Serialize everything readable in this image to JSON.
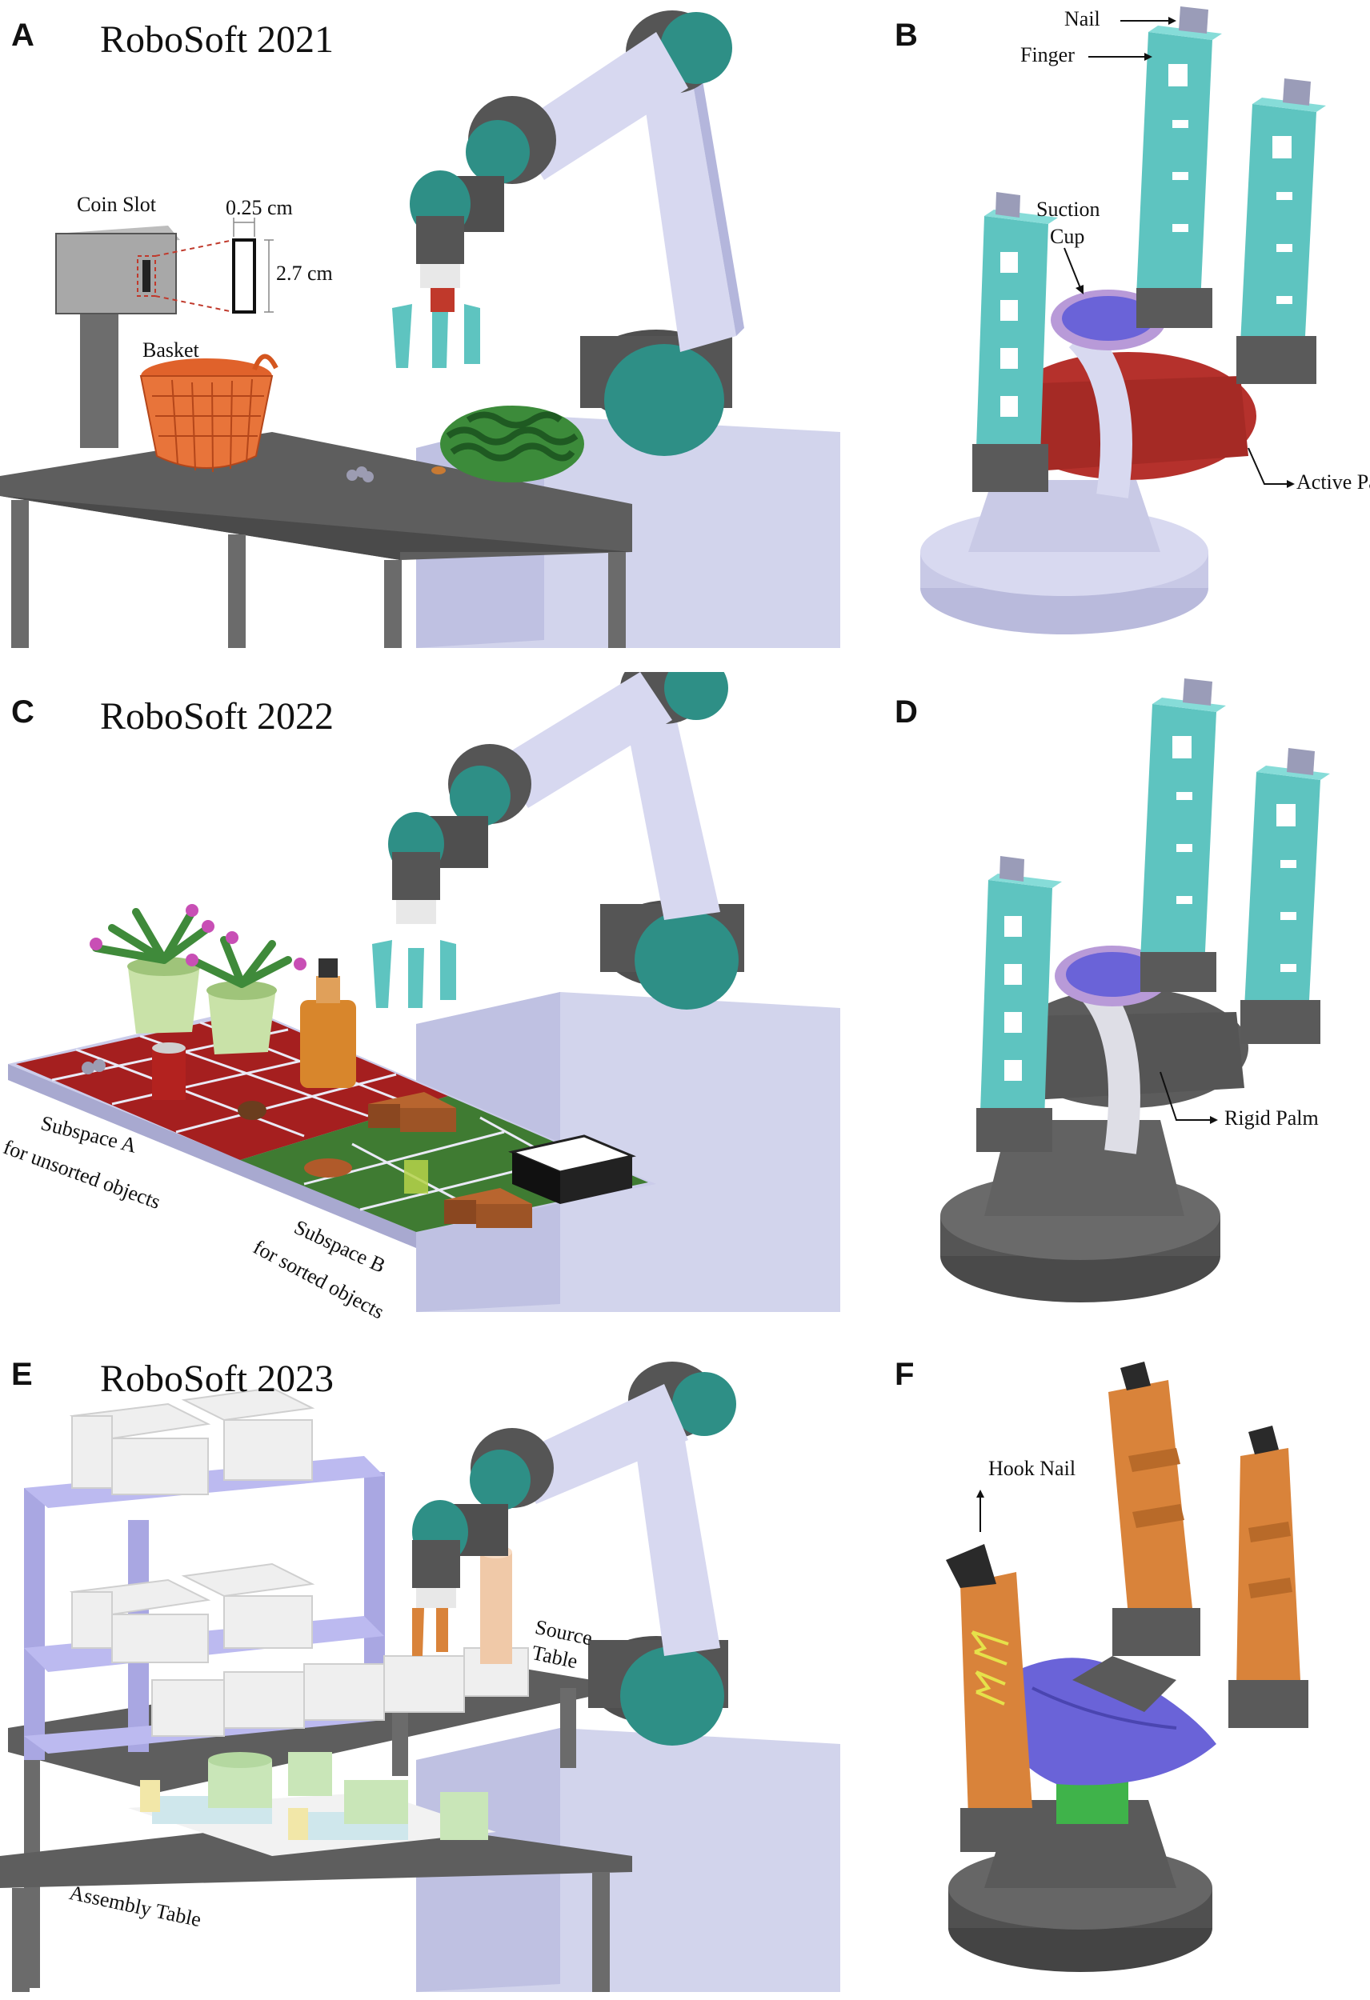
{
  "panels": {
    "A": {
      "label": "A",
      "title": "RoboSoft 2021"
    },
    "B": {
      "label": "B"
    },
    "C": {
      "label": "C",
      "title": "RoboSoft 2022"
    },
    "D": {
      "label": "D"
    },
    "E": {
      "label": "E",
      "title": "RoboSoft 2023"
    },
    "F": {
      "label": "F"
    }
  },
  "annotations": {
    "coin_slot": "Coin Slot",
    "slot_width": "0.25 cm",
    "slot_height": "2.7 cm",
    "basket": "Basket",
    "nail": "Nail",
    "finger": "Finger",
    "suction_cup_1": "Suction",
    "suction_cup_2": "Cup",
    "active_palm": "Active Palm",
    "subspace_a_1": "Subspace A",
    "subspace_a_2": "for unsorted objects",
    "subspace_b_1": "Subspace B",
    "subspace_b_2": "for sorted objects",
    "rigid_palm": "Rigid Palm",
    "source_table_1": "Source",
    "source_table_2": "Table",
    "assembly_table": "Assembly Table",
    "hook_nail": "Hook Nail"
  },
  "colors": {
    "robot_link": "#d7d8f0",
    "robot_joint": "#5a5a5a",
    "robot_cap": "#2e8f86",
    "finger_teal": "#5ec4c0",
    "finger_orange": "#d9833a",
    "palm_red": "#b5312c",
    "suction_purple": "#6a63d8",
    "table_gray": "#5e5e5e",
    "pedestal": "#d2d4ec",
    "subspace_red": "#a51f1f",
    "subspace_green": "#3f7b32",
    "shelf_frame": "#a9a7e2"
  }
}
